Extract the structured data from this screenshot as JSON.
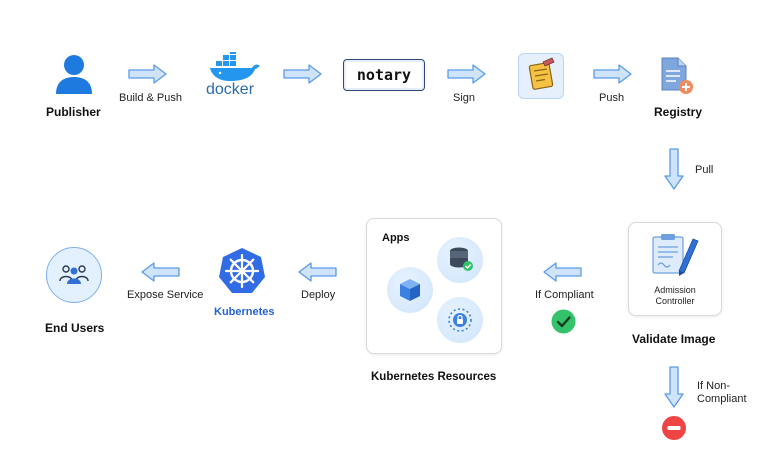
{
  "nodes": {
    "publisher": "Publisher",
    "docker": "docker",
    "notary": "notary",
    "registry": "Registry",
    "admission_controller": "Admission Controller",
    "validate_image": "Validate Image",
    "k8s_resources_title": "Apps",
    "k8s_resources": "Kubernetes Resources",
    "kubernetes": "Kubernetes",
    "end_users": "End Users"
  },
  "edges": {
    "build_push": "Build & Push",
    "sign": "Sign",
    "push": "Push",
    "pull": "Pull",
    "if_compliant": "If Compliant",
    "if_non_compliant_1": "If Non-",
    "if_non_compliant_2": "Compliant",
    "deploy": "Deploy",
    "expose_service": "Expose Service"
  },
  "colors": {
    "arrow_fill": "#cfe3fb",
    "arrow_stroke": "#5b9be8",
    "user_blue": "#1f7ae0",
    "docker_blue": "#2496ed",
    "kubernetes_blue": "#326ce5",
    "check_green": "#34c26b",
    "stop_red": "#ef4444"
  }
}
